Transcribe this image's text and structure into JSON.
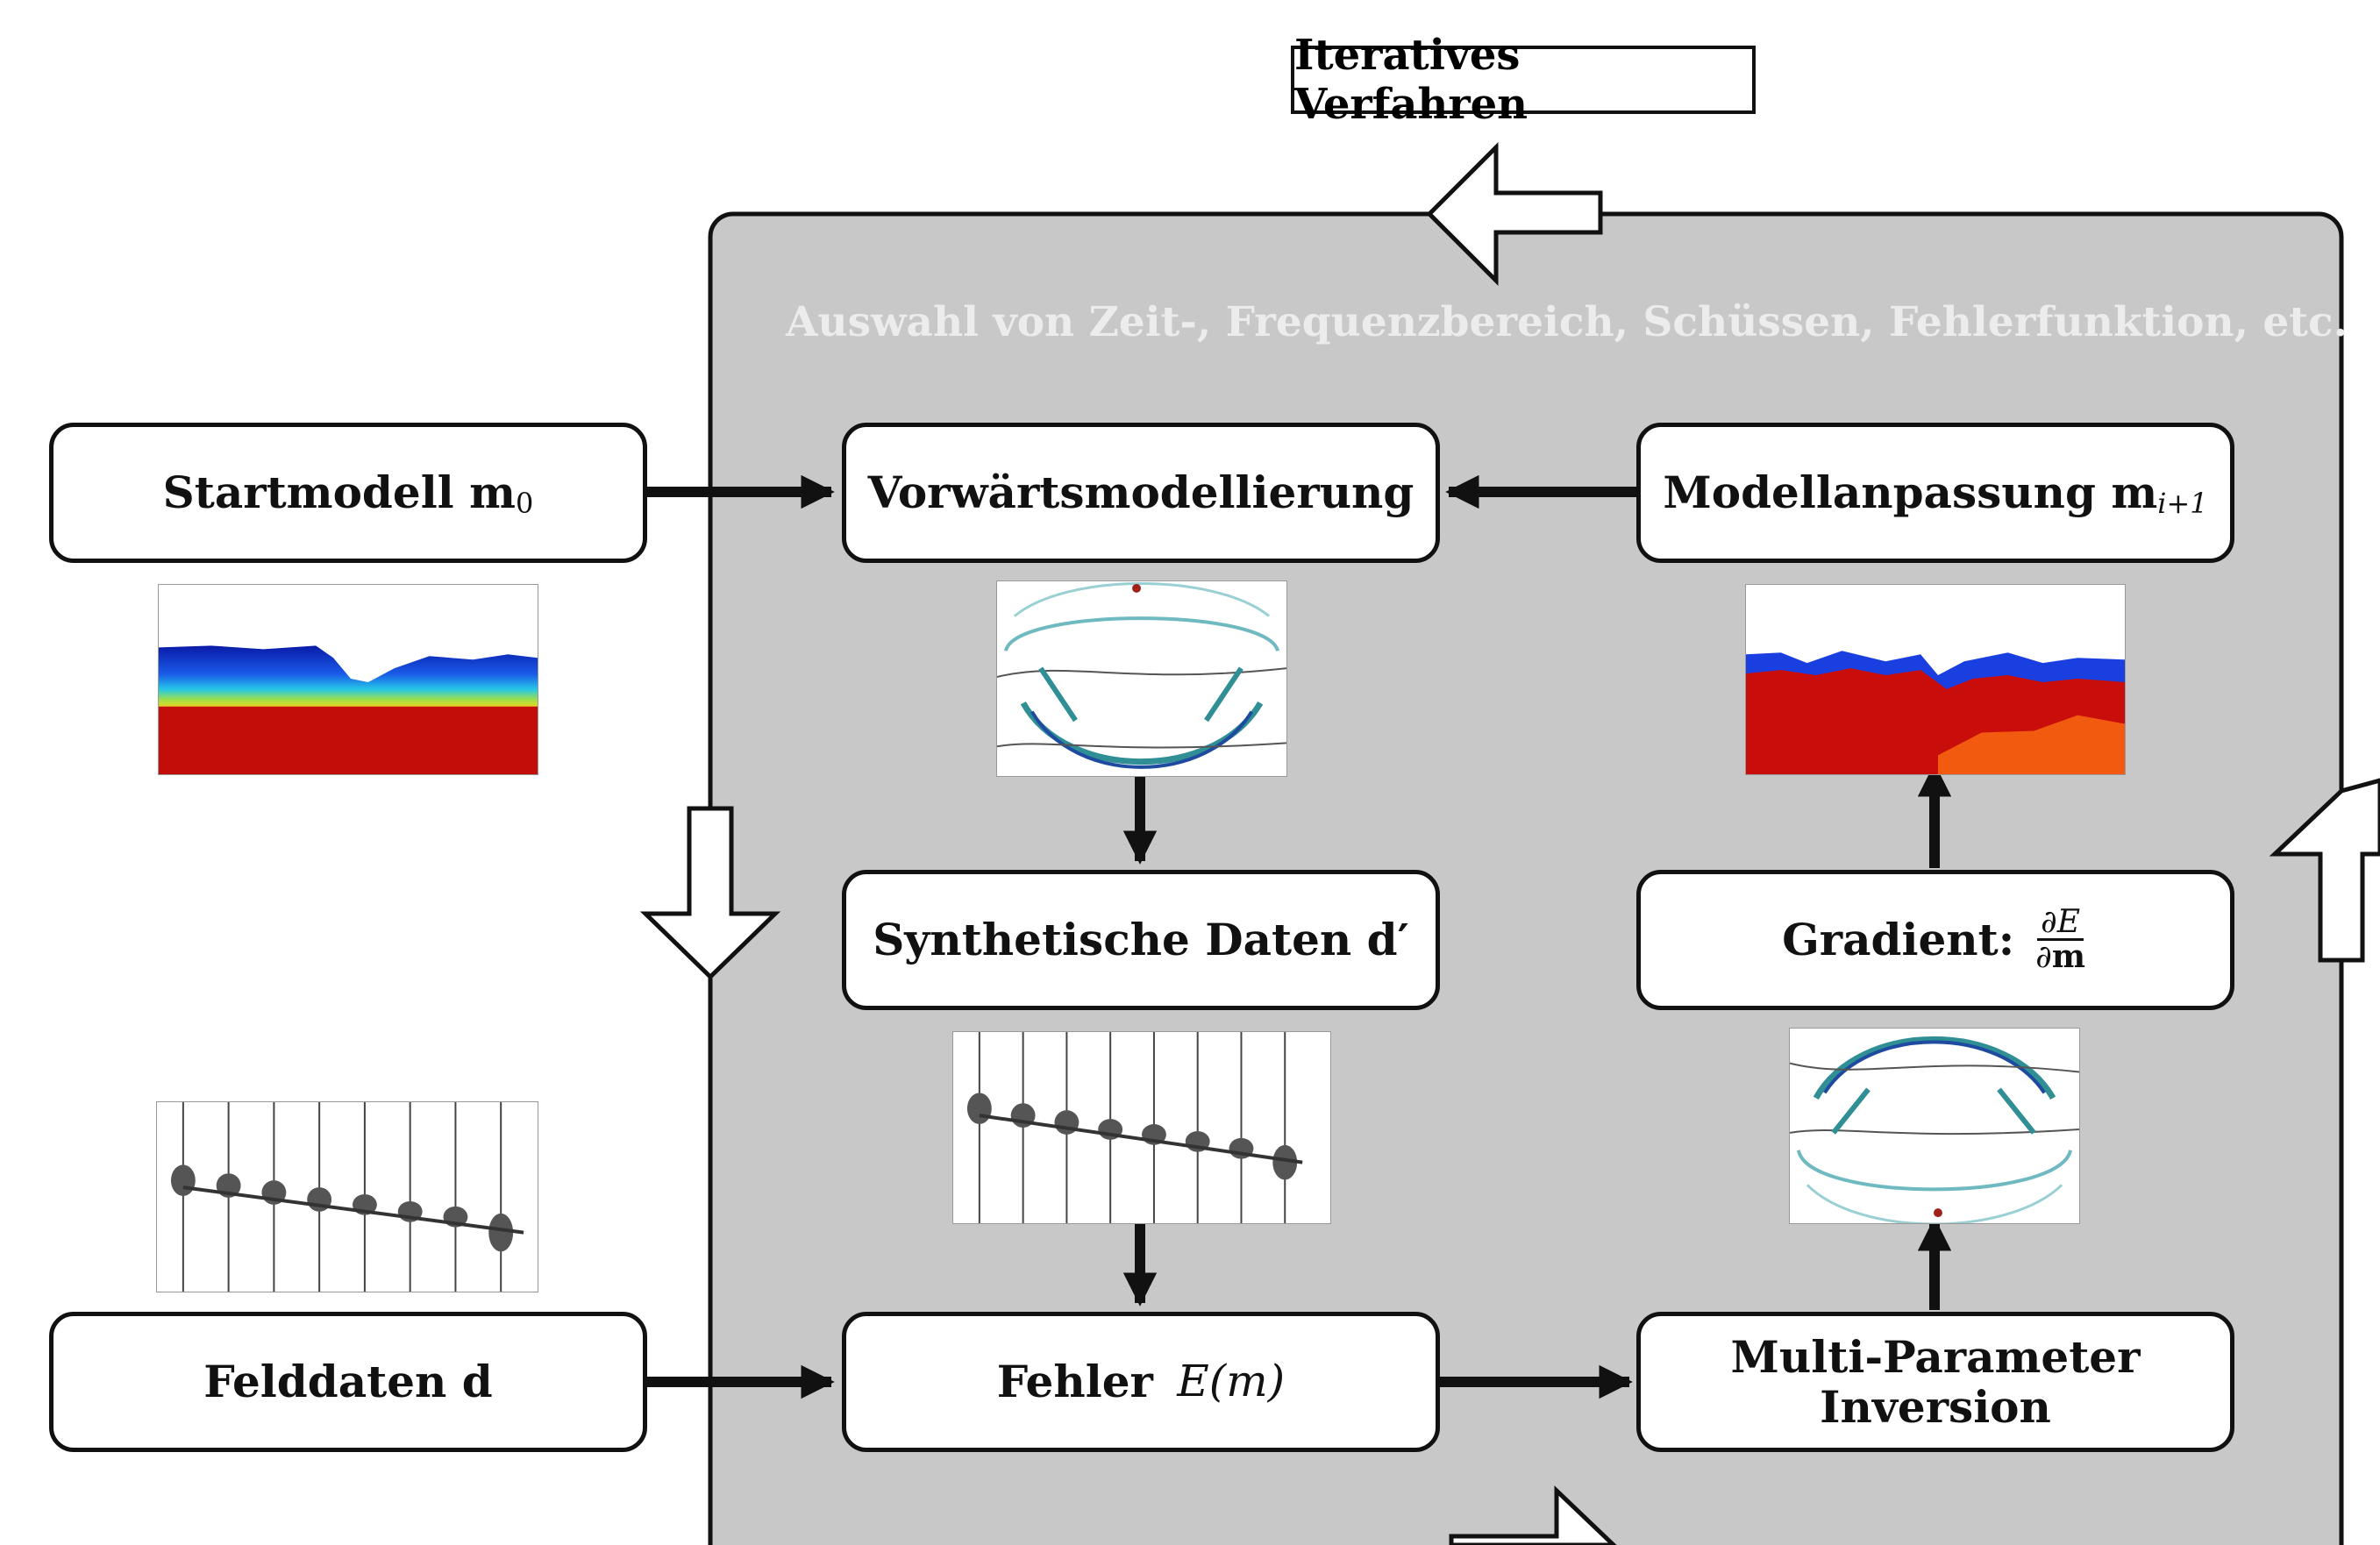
{
  "title": "Iteratives Verfahren",
  "loop_caption": "Auswahl von Zeit-, Frequenzbereich, Schüssen, Fehlerfunktion, etc.",
  "nodes": {
    "startmodell": {
      "label": "Startmodell m",
      "sub": "0"
    },
    "vorwaerts": {
      "label": "Vorwärtsmodellierung"
    },
    "modellanpassung": {
      "label": "Modellanpassung m",
      "sub": "i+1"
    },
    "synthetisch": {
      "label": "Synthetische Daten d′"
    },
    "gradient": {
      "label": "Gradient:",
      "num": "∂E",
      "den_d": "∂",
      "den_m": "m"
    },
    "felddaten": {
      "label": "Felddaten d"
    },
    "fehler": {
      "label": "Fehler ",
      "math": "E(m)"
    },
    "inversion": {
      "line1": "Multi-Parameter",
      "line2": "Inversion"
    }
  },
  "colors": {
    "panel": "#c8c8c8",
    "stroke": "#111111",
    "model_blue": "#1b3fd6",
    "model_red": "#d21a0c",
    "wave_teal": "#2f8f95"
  }
}
